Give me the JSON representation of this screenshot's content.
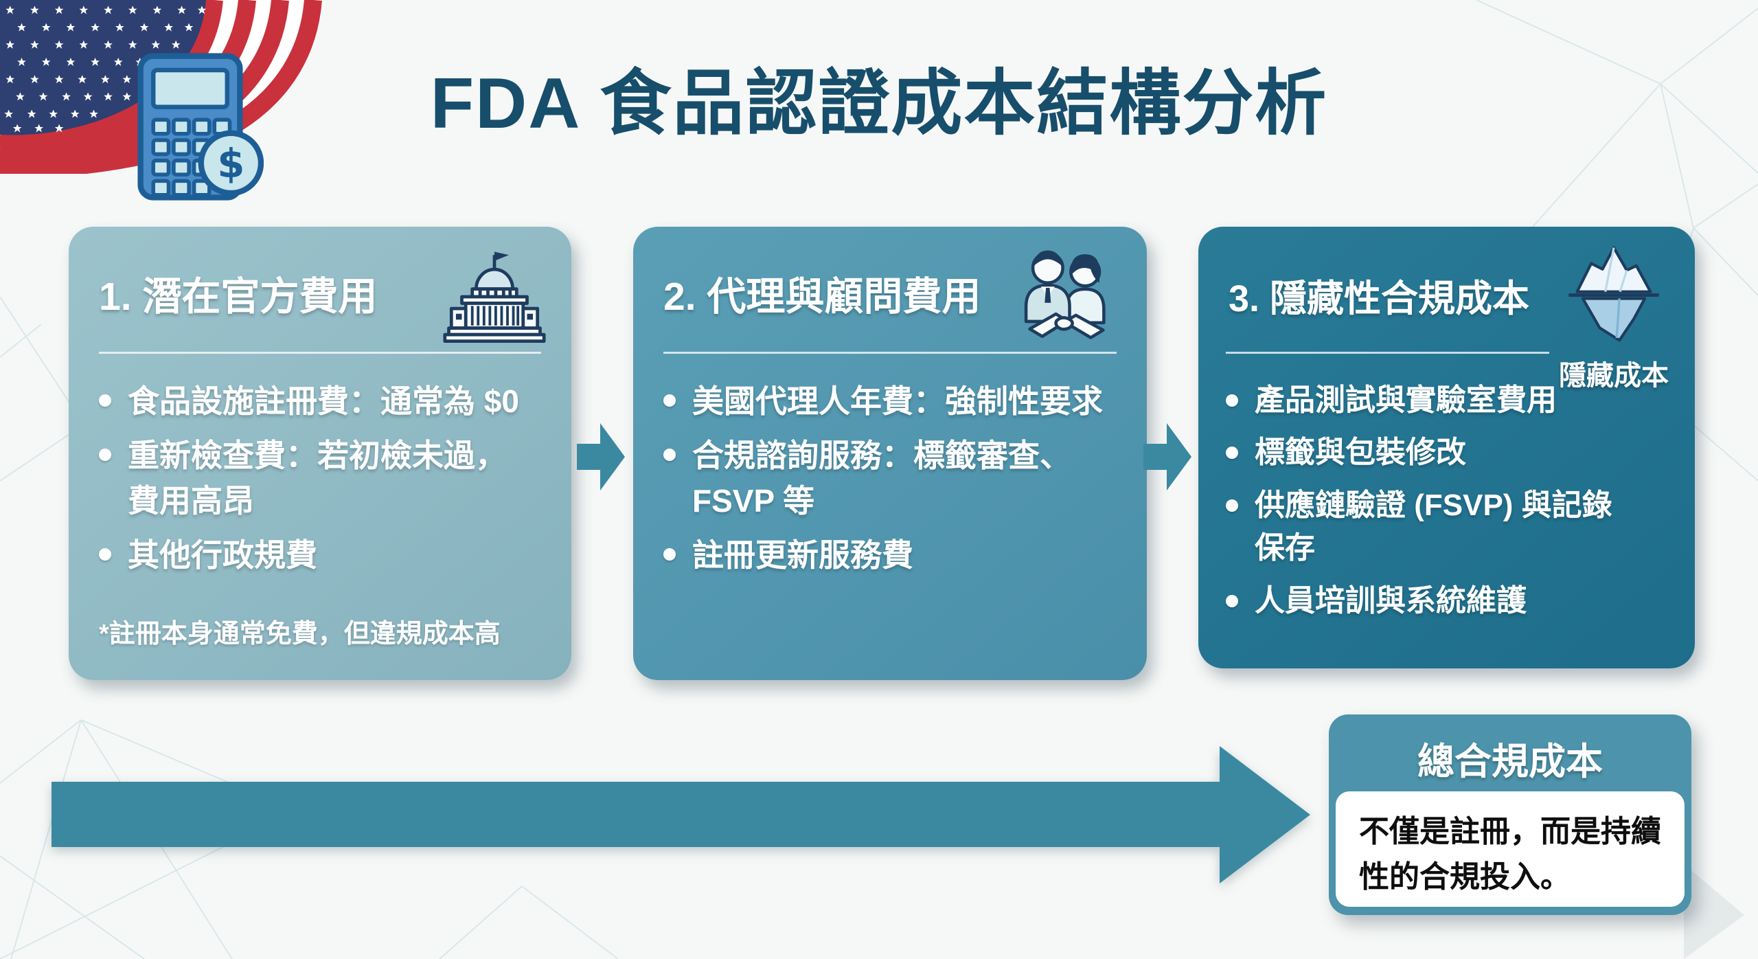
{
  "title": {
    "text": "FDA 食品認證成本結構分析",
    "color": "#174e6b"
  },
  "decor": {
    "flag_icon": "us-flag",
    "calculator_icon": "calculator-dollar",
    "background_pattern": "light-polygon-lines"
  },
  "colors": {
    "background": "#f6f8f7",
    "card1_bg": "#8db8c3",
    "card2_bg": "#4f94ae",
    "card3_bg": "#1f7190",
    "flow_arrow": "#3a89a1",
    "summary_header_bg": "#4c93ab",
    "icon_outline": "#1e3c5e"
  },
  "cards": [
    {
      "header": "1. 潛在官方費用",
      "icon": "capitol-building-icon",
      "bullets": [
        "食品設施註冊費：通常為 $0",
        "重新檢查費：若初檢未過，\n費用高昂",
        "其他行政規費"
      ],
      "footnote": "*註冊本身通常免費，但違規成本高"
    },
    {
      "header": "2. 代理與顧問費用",
      "icon": "handshake-people-icon",
      "bullets": [
        "美國代理人年費：強制性要求",
        "合規諮詢服務：標籤審查、\nFSVP 等",
        "註冊更新服務費"
      ]
    },
    {
      "header": "3. 隱藏性合規成本",
      "icon": "iceberg-icon",
      "icon_caption": "隱藏成本",
      "bullets": [
        "產品測試與實驗室費用",
        "標籤與包裝修改",
        "供應鏈驗證 (FSVP) 與記錄\n保存",
        "人員培訓與系統維護"
      ]
    }
  ],
  "summary_box": {
    "header": "總合規成本",
    "body": "不僅是註冊，而是持續\n性的合規投入。"
  }
}
